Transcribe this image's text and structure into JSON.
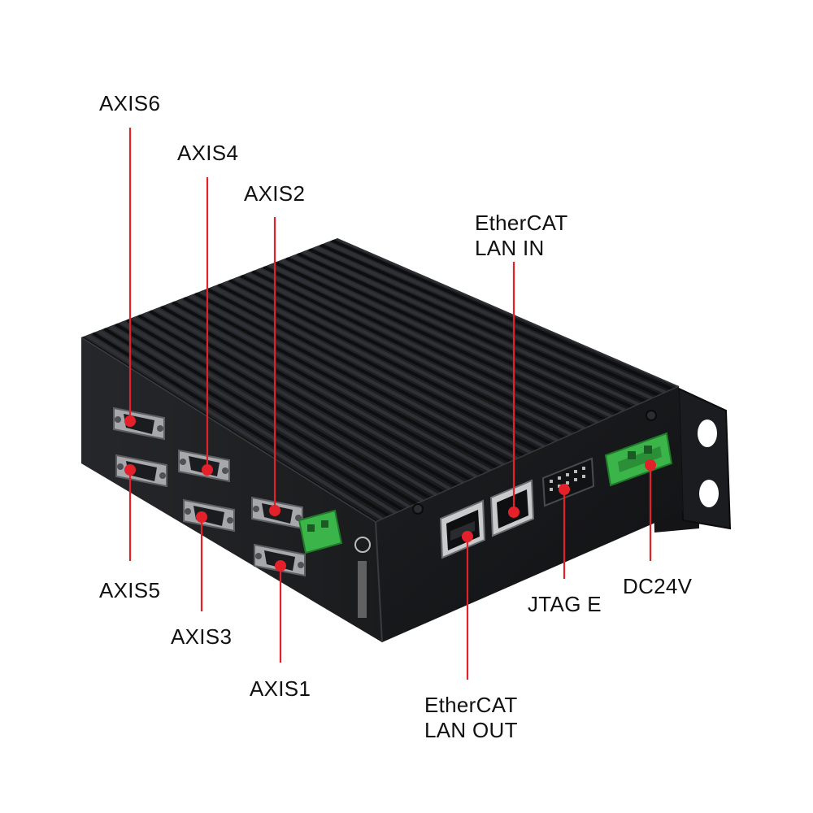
{
  "colors": {
    "callout": "#e4202a",
    "label_text": "#111111",
    "housing": "#17181a",
    "heatsink_fin": "#242529",
    "terminal_green": "#3bb54a"
  },
  "labels": {
    "axis6": "AXIS6",
    "axis4": "AXIS4",
    "axis2": "AXIS2",
    "axis5": "AXIS5",
    "axis3": "AXIS3",
    "axis1": "AXIS1",
    "ethercat_in_line1": "EtherCAT",
    "ethercat_in_line2": "LAN IN",
    "ethercat_out_line1": "EtherCAT",
    "ethercat_out_line2": "LAN OUT",
    "jtag": "JTAG E",
    "dc24v": "DC24V"
  },
  "icons": {
    "db15": "db15-connector-icon",
    "rj45": "rj45-port-icon",
    "jtag": "jtag-header-icon",
    "terminal": "terminal-block-icon",
    "logo": "brand-logo-icon"
  }
}
